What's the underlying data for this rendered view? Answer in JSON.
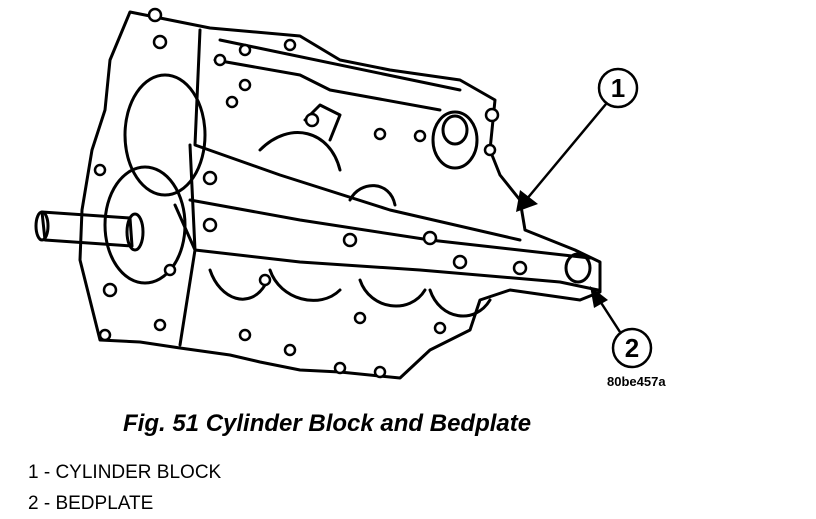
{
  "figure": {
    "drawing_code": "80be457a",
    "callouts": [
      {
        "number": "1"
      },
      {
        "number": "2"
      }
    ],
    "caption": "Fig. 51 Cylinder Block and Bedplate",
    "legend": [
      {
        "text": "1 - CYLINDER BLOCK"
      },
      {
        "text": "2 - BEDPLATE"
      }
    ]
  }
}
